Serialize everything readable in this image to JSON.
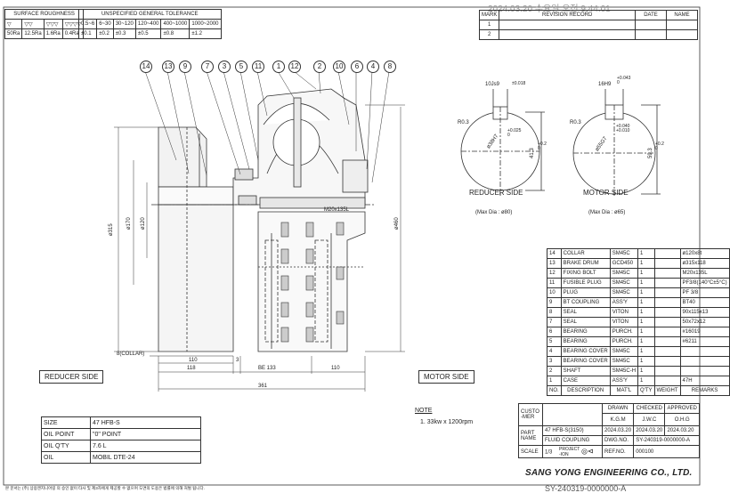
{
  "surface_roughness": {
    "title": "SURFACE ROUGHNESS",
    "symbols": [
      "▽",
      "▽▽",
      "▽▽▽",
      "▽▽▽▽"
    ],
    "values": [
      "50Ra",
      "12.5Ra",
      "1.6Ra",
      "0.4Ra"
    ]
  },
  "tolerance": {
    "title": "UNSPECIFIED GENERAL TOLERANCE",
    "ranges": [
      "0.5~6",
      "6~30",
      "30~120",
      "120~400",
      "400~1000",
      "1000~2000"
    ],
    "values": [
      "±0.1",
      "±0.2",
      "±0.3",
      "±0.5",
      "±0.8",
      "±1.2"
    ]
  },
  "watermark": "2024.03.20 수요일 오전 9:44:01",
  "revision": {
    "headers": [
      "MARK",
      "REVISION RECORD",
      "DATE",
      "NAME"
    ],
    "marks": [
      "1",
      "2"
    ]
  },
  "balloons": [
    "14",
    "13",
    "9",
    "7",
    "3",
    "5",
    "11",
    "1",
    "12",
    "2",
    "10",
    "6",
    "4",
    "8"
  ],
  "dims": {
    "d315": "ø315",
    "d170": "ø170",
    "d120": "ø120",
    "d460": "ø460",
    "bolt": "M20x135L",
    "collar": "8(COLLAR)",
    "w110a": "110",
    "w3": "3",
    "w118": "118",
    "be": "BE 133",
    "w110b": "110",
    "w361": "361"
  },
  "keyway_reducer": {
    "width": "10Js9",
    "width_tol": "±0.018",
    "radius": "R0.3",
    "bore": "ø38H7",
    "bore_tol": "+0.025\n0",
    "depth": "41.3",
    "depth_tol": "+0.2\n0",
    "caption": "REDUCER SIDE",
    "max": "(Max Dia : ø80)"
  },
  "keyway_motor": {
    "width": "16H9",
    "width_tol": "+0.043\n0",
    "radius": "R0.3",
    "bore": "ø55G7",
    "bore_tol": "+0.040\n+0.010",
    "depth": "59.3",
    "depth_tol": "+0.2\n0",
    "caption": "MOTOR SIDE",
    "max": "(Max Dia : ø65)"
  },
  "side_labels": {
    "reducer": "REDUCER SIDE",
    "motor": "MOTOR SIDE"
  },
  "bom": {
    "rows": [
      [
        "14",
        "COLLAR",
        "SM45C",
        "1",
        "ø120x8t"
      ],
      [
        "13",
        "BRAKE DRUM",
        "GCD450",
        "1",
        "ø315x118"
      ],
      [
        "12",
        "FIXING BOLT",
        "SM45C",
        "1",
        "M20x135L"
      ],
      [
        "11",
        "FUSIBLE PLUG",
        "SM45C",
        "1",
        "PF3/8(140°C±5°C)"
      ],
      [
        "10",
        "PLUG",
        "SM45C",
        "1",
        "PF 3/8"
      ],
      [
        "9",
        "BT COUPLING",
        "ASS'Y",
        "1",
        "BT40"
      ],
      [
        "8",
        "SEAL",
        "VITON",
        "1",
        "90x115x13"
      ],
      [
        "7",
        "SEAL",
        "VITON",
        "1",
        "50x72x12"
      ],
      [
        "6",
        "BEARING",
        "PURCH.",
        "1",
        "#16019"
      ],
      [
        "5",
        "BEARING",
        "PURCH.",
        "1",
        "#6211"
      ],
      [
        "4",
        "BEARING COVER",
        "SM45C",
        "1",
        ""
      ],
      [
        "3",
        "BEARING COVER",
        "SM45C",
        "1",
        ""
      ],
      [
        "2",
        "SHAFT",
        "SM45C-H",
        "1",
        ""
      ],
      [
        "1",
        "CASE",
        "ASS'Y",
        "1",
        "47H"
      ]
    ],
    "headers": [
      "NO.",
      "DESCRIPTION",
      "MAT'L",
      "Q'TY",
      "WEIGHT",
      "REMARKS"
    ]
  },
  "title_block": {
    "customer_label": "CUSTO\n-MER",
    "drawn": "DRAWN",
    "checked": "CHECKED",
    "approved": "APPROVED",
    "drawn_by": "K.G.M",
    "checked_by": "J.W.C",
    "approved_by": "O.H.G",
    "date1": "2024.03.20",
    "date2": "2024.03.20",
    "date3": "2024.03.20",
    "part_name_label": "PART\nNAME",
    "part_name_1": "47 HFB-S(3150)",
    "part_name_2": "FLUID COUPLING",
    "dwg_label": "DWG.NO.",
    "dwg_no": "SY-240319-0000000-A",
    "ref_label": "REF.NO.",
    "ref_no": "000100",
    "scale_label": "SCALE",
    "scale": "1/3",
    "projection_label": "PROJECT\n-ION",
    "company": "SANG YONG ENGINEERING CO., LTD.",
    "bottom_dwg": "SY-240319-0000000-A"
  },
  "specs": [
    [
      "SIZE",
      "47 HFB-S"
    ],
    [
      "OIL POINT",
      "\"0\" POINT"
    ],
    [
      "OIL Q'TY",
      "7.6 L"
    ],
    [
      "OIL",
      "MOBIL DTE-24"
    ]
  ],
  "note": {
    "title": "NOTE",
    "text": "1. 33kw x 1200rpm"
  },
  "footer": "본 문서는 (주) 상용엔지니어링 의 승인 없이 타사 및 제3자에게 제공할 수 없으며 도면의 도용은 법률에 의해 처벌 됩니다."
}
